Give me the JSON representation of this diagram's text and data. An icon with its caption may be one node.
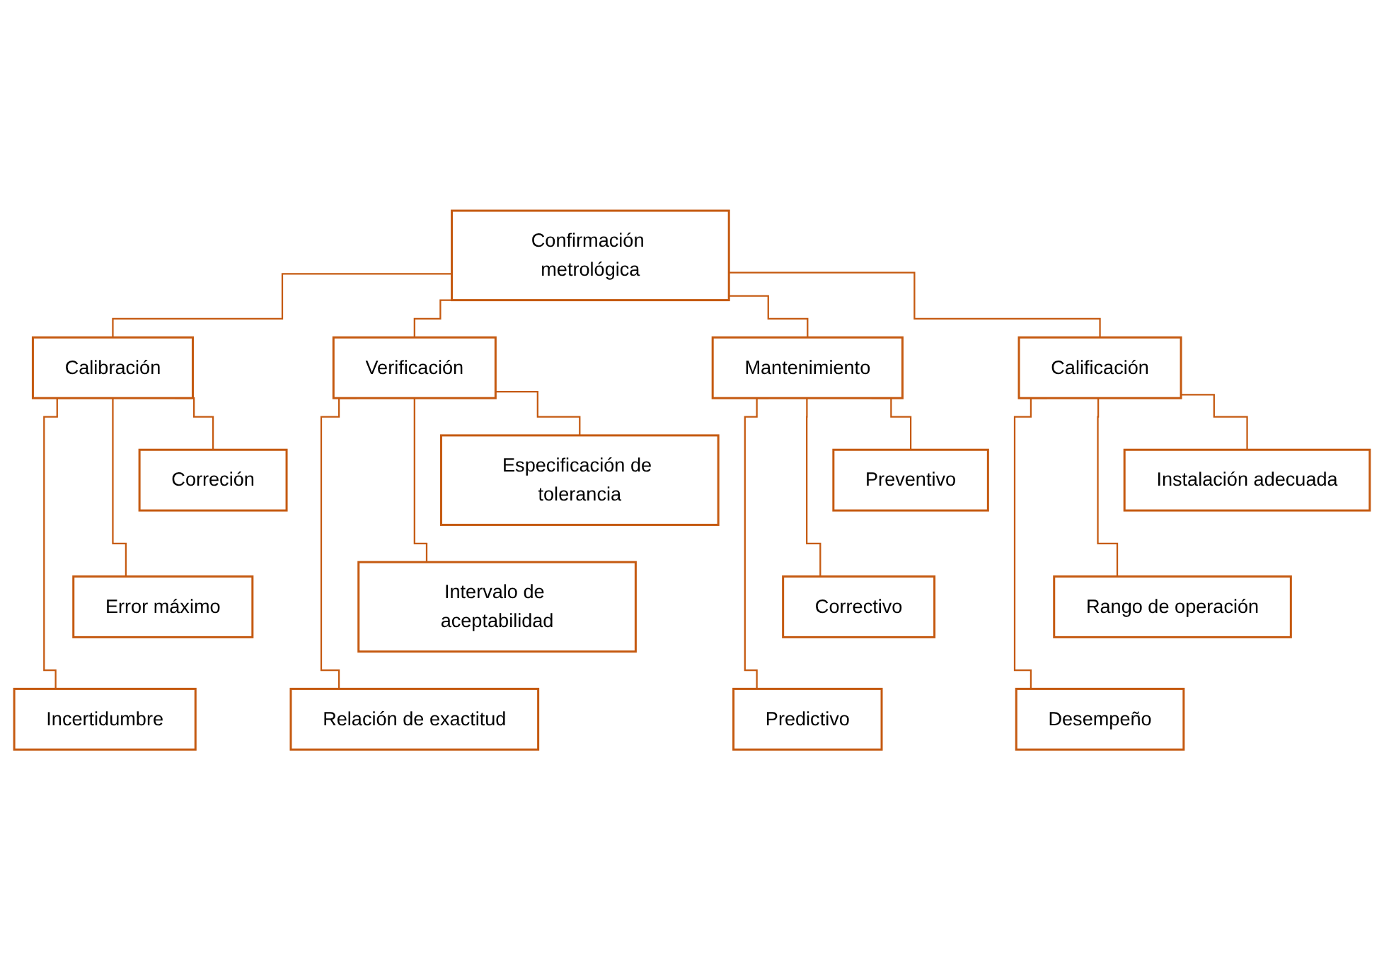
{
  "diagram": {
    "nodes": [
      {
        "text": [
          "Confirmación metrológica"
        ]
      },
      {
        "text": [
          "Calibración"
        ]
      },
      {
        "text": [
          "Verificación"
        ]
      },
      {
        "text": [
          "Mantenimiento"
        ]
      },
      {
        "text": [
          "Calificación"
        ]
      },
      {
        "text": [
          "Correción"
        ]
      },
      {
        "text": [
          "Error máximo"
        ]
      },
      {
        "text": [
          "Incertidumbre"
        ]
      },
      {
        "text": [
          "Especificación de tolerancia"
        ]
      },
      {
        "text": [
          "Intervalo de aceptabilidad"
        ]
      },
      {
        "text": [
          "Relación de exactitud"
        ]
      },
      {
        "text": [
          "Preventivo"
        ]
      },
      {
        "text": [
          "Correctivo"
        ]
      },
      {
        "text": [
          "Predictivo"
        ]
      },
      {
        "text": [
          "Instalación adecuada"
        ]
      },
      {
        "text": [
          "Rango de operación"
        ]
      },
      {
        "text": [
          "Desempeño"
        ]
      }
    ],
    "edges": [
      {
        "from": 0,
        "to": 1,
        "arrow": "none"
      },
      {
        "from": 0,
        "to": 2,
        "arrow": "none"
      },
      {
        "from": 0,
        "to": 3,
        "arrow": "none"
      },
      {
        "from": 0,
        "to": 4,
        "arrow": "none"
      },
      {
        "from": 1,
        "to": 5,
        "arrow": "none"
      },
      {
        "from": 1,
        "to": 6,
        "arrow": "none"
      },
      {
        "from": 1,
        "to": 7,
        "arrow": "none"
      },
      {
        "from": 2,
        "to": 8,
        "arrow": "none"
      },
      {
        "from": 2,
        "to": 9,
        "arrow": "none"
      },
      {
        "from": 2,
        "to": 10,
        "arrow": "none"
      },
      {
        "from": 3,
        "to": 11,
        "arrow": "none"
      },
      {
        "from": 3,
        "to": 12,
        "arrow": "none"
      },
      {
        "from": 3,
        "to": 13,
        "arrow": "none"
      },
      {
        "from": 4,
        "to": 14,
        "arrow": "none"
      },
      {
        "from": 4,
        "to": 15,
        "arrow": "none"
      },
      {
        "from": 4,
        "to": 16,
        "arrow": "none"
      }
    ]
  }
}
